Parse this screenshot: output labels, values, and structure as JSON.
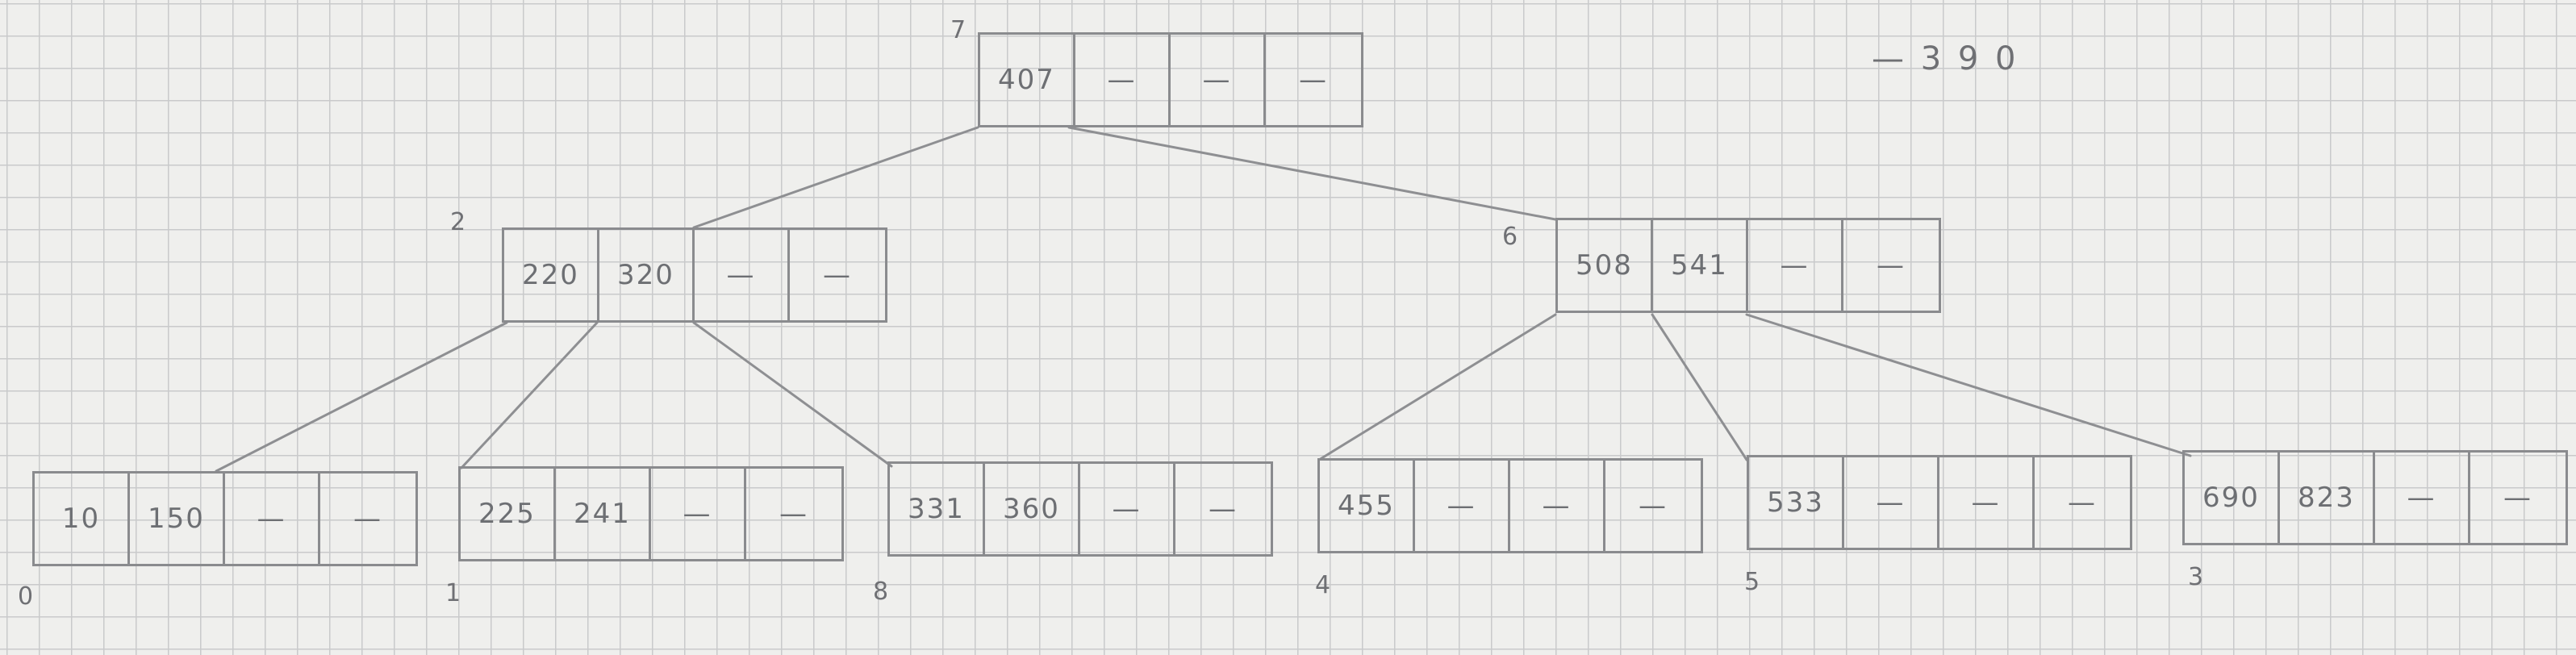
{
  "note": "— 3 9 0",
  "nodes": [
    {
      "id": "7",
      "keys": [
        "407",
        "—",
        "—",
        "—"
      ]
    },
    {
      "id": "2",
      "keys": [
        "220",
        "320",
        "—",
        "—"
      ]
    },
    {
      "id": "6",
      "keys": [
        "508",
        "541",
        "—",
        "—"
      ]
    },
    {
      "id": "0",
      "keys": [
        "10",
        "150",
        "—",
        "—"
      ]
    },
    {
      "id": "1",
      "keys": [
        "225",
        "241",
        "—",
        "—"
      ]
    },
    {
      "id": "8",
      "keys": [
        "331",
        "360",
        "—",
        "—"
      ]
    },
    {
      "id": "4",
      "keys": [
        "455",
        "—",
        "—",
        "—"
      ]
    },
    {
      "id": "5",
      "keys": [
        "533",
        "—",
        "—",
        "—"
      ]
    },
    {
      "id": "3",
      "keys": [
        "690",
        "823",
        "—",
        "—"
      ]
    }
  ],
  "edges": [
    {
      "from": "7",
      "to": "2"
    },
    {
      "from": "7",
      "to": "6"
    },
    {
      "from": "2",
      "to": "0"
    },
    {
      "from": "2",
      "to": "1"
    },
    {
      "from": "2",
      "to": "8"
    },
    {
      "from": "6",
      "to": "4"
    },
    {
      "from": "6",
      "to": "5"
    },
    {
      "from": "6",
      "to": "3"
    }
  ]
}
